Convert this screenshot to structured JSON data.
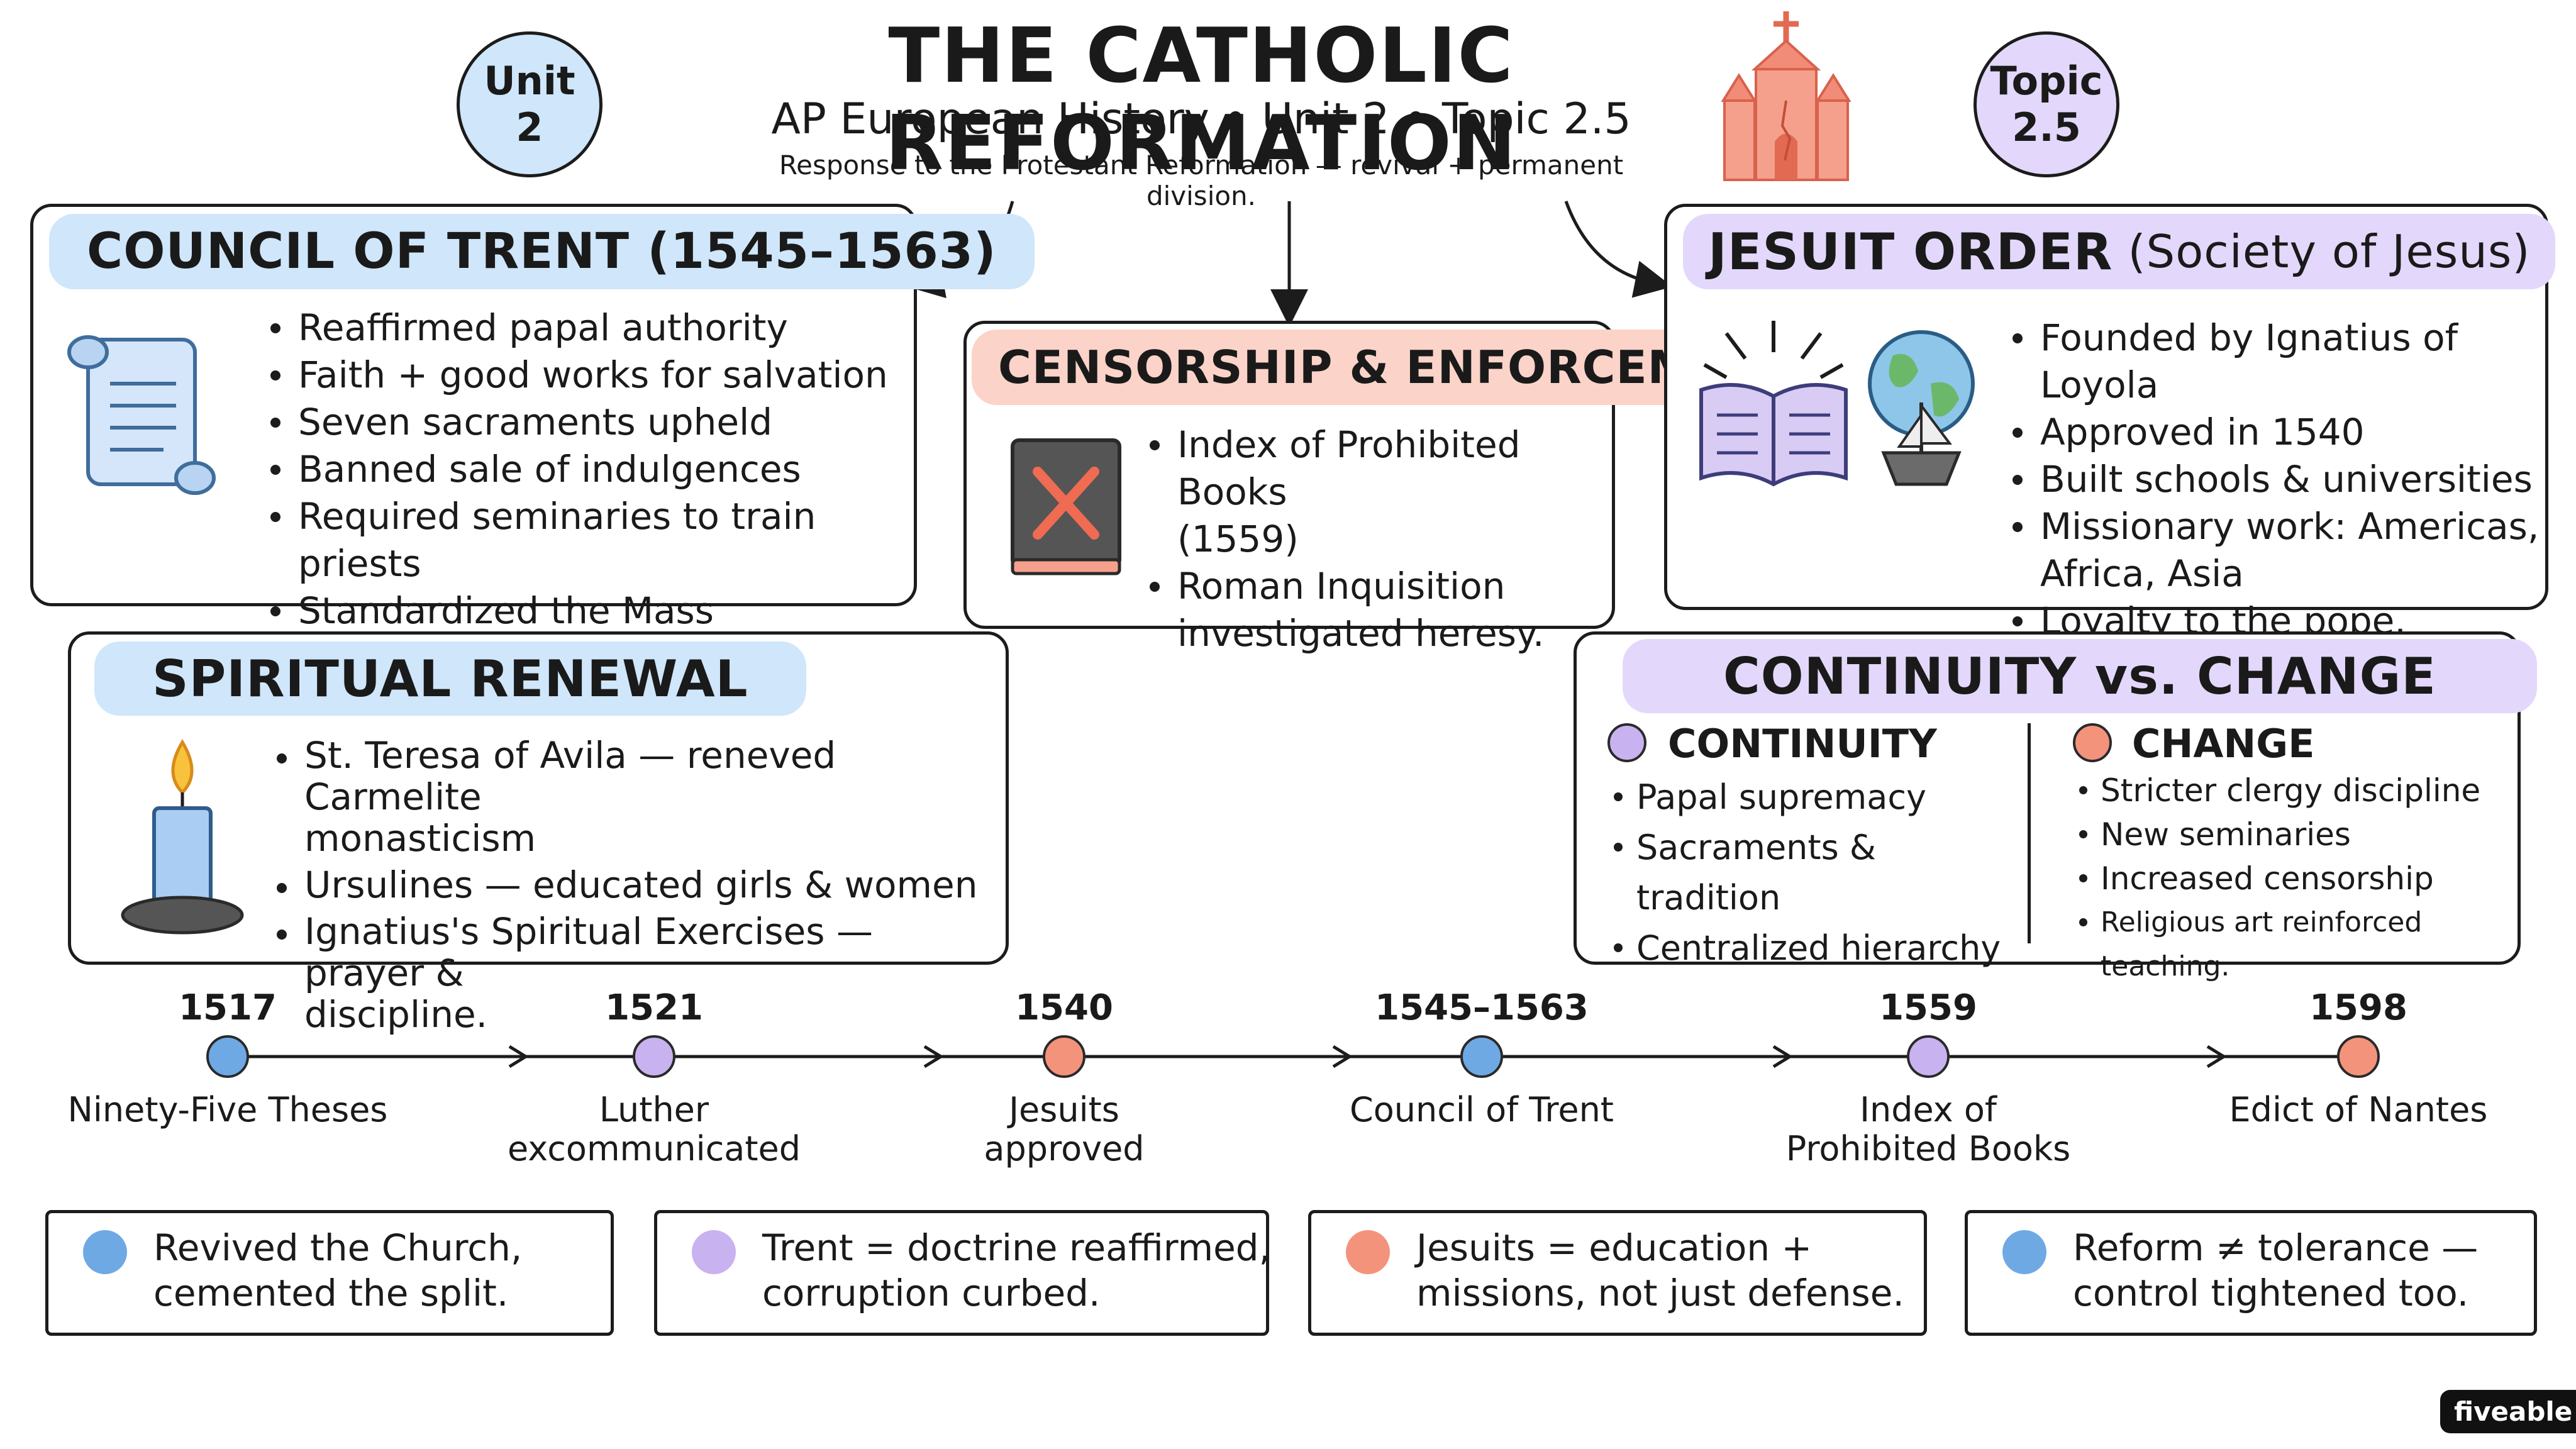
{
  "header": {
    "title": "THE CATHOLIC REFORMATION",
    "subtitle": "AP European History • Unit 2 • Topic 2.5",
    "tagline": "Response to the Protestant Reformation — revival + permanent division.",
    "unit_badge": {
      "line1": "Unit",
      "line2": "2"
    },
    "topic_badge": {
      "line1": "Topic",
      "line2": "2.5"
    }
  },
  "trent": {
    "title": "COUNCIL OF TRENT (1545–1563)",
    "items": [
      "Reaffirmed papal authority",
      "Faith + good works for salvation",
      "Seven sacraments upheld",
      "Banned sale of indulgences",
      "Required seminaries to train priests",
      "Standardized the Mass"
    ]
  },
  "censorship": {
    "title": "CENSORSHIP & ENFORCEMENT",
    "item1_line1": "Index of Prohibited Books",
    "item1_line2": "(1559)",
    "item2_line1": "Roman Inquisition",
    "item2_line2": "investigated heresy."
  },
  "jesuit": {
    "title": "JESUIT ORDER",
    "title_paren": "(Society of Jesus)",
    "items": [
      "Founded by Ignatius of Loyola",
      "Approved in 1540",
      "Built schools & universities",
      "Missionary work: Americas,",
      "Africa, Asia",
      "Loyalty to the pope."
    ]
  },
  "renewal": {
    "title": "SPIRITUAL RENEWAL",
    "items": [
      {
        "line1": "St. Teresa of Avila — reneved Carmelite",
        "line2": "monasticism"
      },
      {
        "line1": "Ursulines — educated girls & women",
        "line2": ""
      },
      {
        "line1": "Ignatius's Spiritual Exercises — prayer &",
        "line2": "discipline."
      }
    ]
  },
  "continuity_change": {
    "title": "CONTINUITY vs. CHANGE",
    "continuity": {
      "heading": "CONTINUITY",
      "items": [
        "Papal supremacy",
        "Sacraments & tradition",
        "Centralized hierarchy"
      ]
    },
    "change": {
      "heading": "CHANGE",
      "items": [
        "Stricter clergy discipline",
        "New seminaries",
        "Increased censorship",
        "Religious art reinforced teaching."
      ]
    }
  },
  "timeline": [
    {
      "year": "1517",
      "line1": "Ninety-Five Theses",
      "line2": "",
      "color": "#6fa9e4"
    },
    {
      "year": "1521",
      "line1": "Luther",
      "line2": "excommunicated",
      "color": "#c9b2f0"
    },
    {
      "year": "1540",
      "line1": "Jesuits",
      "line2": "approved",
      "color": "#f4937c"
    },
    {
      "year": "1545–1563",
      "line1": "Council of Trent",
      "line2": "",
      "color": "#6fa9e4"
    },
    {
      "year": "1559",
      "line1": "Index of",
      "line2": "Prohibited Books",
      "color": "#c9b2f0"
    },
    {
      "year": "1598",
      "line1": "Edict of Nantes",
      "line2": "",
      "color": "#f4937c"
    }
  ],
  "takeaways": [
    {
      "line1": "Revived the Church,",
      "line2": "cemented the split.",
      "color": "#6fa9e4"
    },
    {
      "line1": "Trent = doctrine reaffirmed,",
      "line2": "corruption curbed.",
      "color": "#c9b2f0"
    },
    {
      "line1": "Jesuits = education +",
      "line2": "missions, not just defense.",
      "color": "#f4937c"
    },
    {
      "line1": "Reform ≠ tolerance —",
      "line2": "control tightened too.",
      "color": "#6fa9e4"
    }
  ],
  "brand": "fiveable",
  "colors": {
    "blue": "#cfe6fb",
    "purple": "#e3d8fb",
    "red": "#fbd3c8",
    "church": "#f08c78"
  }
}
